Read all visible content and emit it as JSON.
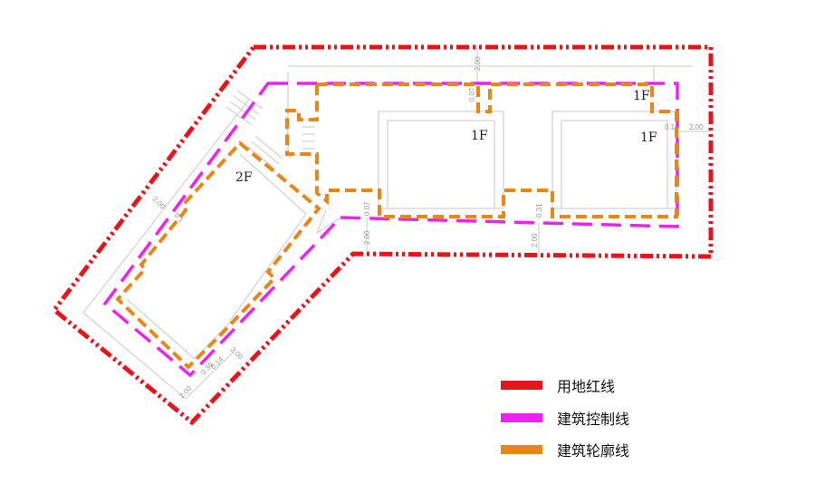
{
  "colors": {
    "site_red_line": "#e8141c",
    "building_control_line": "#ee22ee",
    "building_outline": "#e8861a",
    "grid_gray": "#c8c8c8"
  },
  "plan": {
    "floor_labels": {
      "west_block": "2F",
      "middle_block": "1F",
      "east_block": "1F",
      "east_top": "1F"
    },
    "dimensions": {
      "top_setback": "2.00",
      "top_notch": "0.07",
      "right_small": "0.1",
      "right_setback": "2.00",
      "mid_small": "0.07",
      "mid_setback": "2.00",
      "bottom_small": "0.31",
      "bottom_setback": "2.00",
      "west_setback": "2.00",
      "west_small": "0.1",
      "sw_setback": "2.00",
      "sw_small_a": "0.14",
      "sw_small_b": "0.39",
      "sw_setback_b": "2.00"
    }
  },
  "legend": {
    "items": [
      {
        "label": "用地红线",
        "color": "#e8141c"
      },
      {
        "label": "建筑控制线",
        "color": "#ee22ee"
      },
      {
        "label": "建筑轮廓线",
        "color": "#e8861a"
      }
    ]
  }
}
